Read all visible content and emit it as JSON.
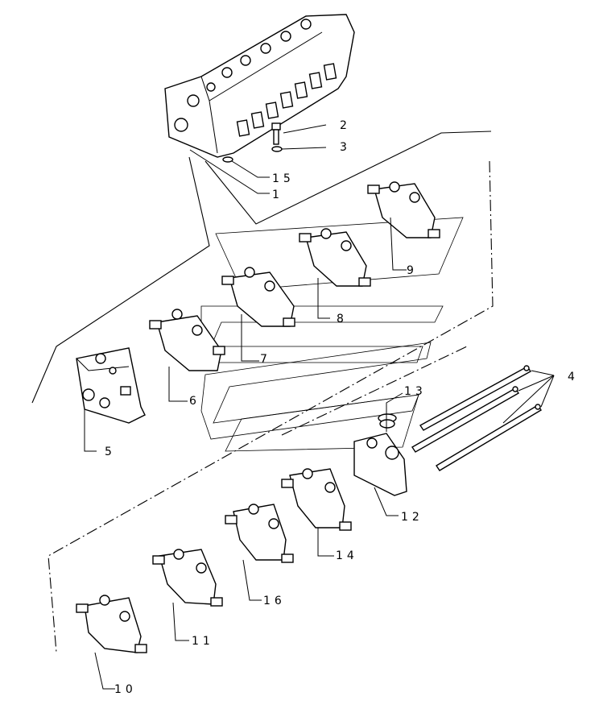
{
  "figure": {
    "title": "",
    "callouts": [
      {
        "id": "c1",
        "text": "1"
      },
      {
        "id": "c2",
        "text": "2"
      },
      {
        "id": "c3",
        "text": "3"
      },
      {
        "id": "c4",
        "text": "4"
      },
      {
        "id": "c5",
        "text": "5"
      },
      {
        "id": "c6",
        "text": "6"
      },
      {
        "id": "c7",
        "text": "7"
      },
      {
        "id": "c8",
        "text": "8"
      },
      {
        "id": "c9",
        "text": "9"
      },
      {
        "id": "c10",
        "text": "10"
      },
      {
        "id": "c11",
        "text": "11"
      },
      {
        "id": "c12",
        "text": "12"
      },
      {
        "id": "c13",
        "text": "13"
      },
      {
        "id": "c14",
        "text": "14"
      },
      {
        "id": "c15",
        "text": "15"
      },
      {
        "id": "c16",
        "text": "16"
      }
    ]
  },
  "colors": {
    "line": "#000000",
    "background": "#ffffff"
  }
}
